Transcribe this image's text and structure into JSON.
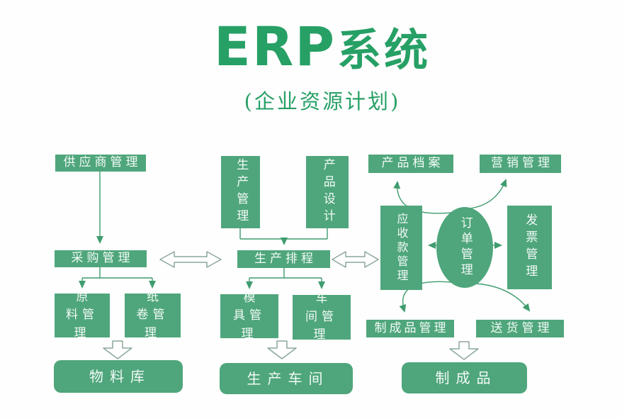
{
  "title": {
    "latin": "ERP",
    "cjk": "系统",
    "subtitle": "(企业资源计划)"
  },
  "colors": {
    "box_green": "#4fa67c",
    "title_green": "#27a066",
    "arrow_green": "#3f9c6e",
    "hollow_stroke": "#8ba79a",
    "text_white": "#f3faf6",
    "background": "#fefefe"
  },
  "nodes": {
    "supplier": "供应商管理",
    "purchasing": "采购管理",
    "raw_material": "原料管理",
    "paper_roll": "纸卷管理",
    "material_warehouse": "物料库",
    "production_mgmt": "生产管理",
    "product_design": "产品设计",
    "production_schedule": "生产排程",
    "mold_mgmt": "模具管理",
    "workshop_mgmt": "车间管理",
    "production_workshop": "生产车间",
    "product_archive": "产品档案",
    "marketing_mgmt": "营销管理",
    "receivables_mgmt": "应收款管理",
    "order_mgmt": "订单管理",
    "invoice_mgmt": "发票管理",
    "finished_goods_mgmt": "制成品管理",
    "delivery_mgmt": "送货管理",
    "finished_goods": "制成品"
  }
}
